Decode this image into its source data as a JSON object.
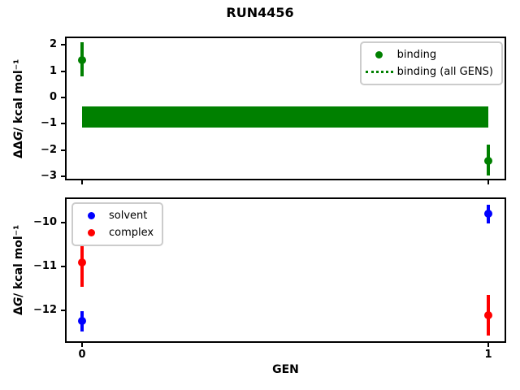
{
  "figure": {
    "title": "RUN4456",
    "background": "#ffffff"
  },
  "chart_data": [
    {
      "type": "scatter",
      "title": "",
      "ylabel": {
        "prefix": "ΔΔ",
        "var": "G",
        "unit": " / kcal mol⁻¹"
      },
      "xlabel": "",
      "xlim": [
        -0.042,
        1.044
      ],
      "ylim": [
        -3.14,
        2.31
      ],
      "grid": false,
      "yticks": [
        {
          "value": 2,
          "label": "2"
        },
        {
          "value": 1,
          "label": "1"
        },
        {
          "value": 0,
          "label": "0"
        },
        {
          "value": -1,
          "label": "−1"
        },
        {
          "value": -2,
          "label": "−2"
        },
        {
          "value": -3,
          "label": "−3"
        }
      ],
      "xticks": [
        {
          "value": 0,
          "label": ""
        },
        {
          "value": 1,
          "label": ""
        }
      ],
      "series": [
        {
          "name": "binding",
          "color": "#008000",
          "marker": "circle",
          "points": [
            {
              "x": 0,
              "y": 1.43,
              "err_lo": 0.8,
              "err_hi": 2.08
            },
            {
              "x": 1,
              "y": -2.4,
              "err_lo": -2.95,
              "err_hi": -1.8
            }
          ]
        }
      ],
      "band": {
        "name": "binding (all GENS)",
        "color": "#008000",
        "x_range": [
          0,
          1
        ],
        "y_range": [
          -1.14,
          -0.34
        ]
      },
      "legend": {
        "position": "upper-right",
        "entries": [
          {
            "label": "binding",
            "marker": "dot",
            "color": "#008000"
          },
          {
            "label": "binding (all GENS)",
            "marker": "dotted-line",
            "color": "#008000"
          }
        ]
      }
    },
    {
      "type": "scatter",
      "title": "",
      "ylabel": {
        "prefix": "Δ",
        "var": "G",
        "unit": " / kcal mol⁻¹"
      },
      "xlabel": "GEN",
      "xlim": [
        -0.042,
        1.044
      ],
      "ylim": [
        -12.74,
        -9.43
      ],
      "grid": false,
      "yticks": [
        {
          "value": -10,
          "label": "−10"
        },
        {
          "value": -11,
          "label": "−11"
        },
        {
          "value": -12,
          "label": "−12"
        }
      ],
      "xticks": [
        {
          "value": 0,
          "label": "0"
        },
        {
          "value": 1,
          "label": "1"
        }
      ],
      "series": [
        {
          "name": "solvent",
          "color": "#0000ff",
          "marker": "circle",
          "points": [
            {
              "x": 0,
              "y": -12.24,
              "err_lo": -12.48,
              "err_hi": -12.02
            },
            {
              "x": 1,
              "y": -9.8,
              "err_lo": -10.02,
              "err_hi": -9.59
            }
          ]
        },
        {
          "name": "complex",
          "color": "#ff0000",
          "marker": "circle",
          "points": [
            {
              "x": 0,
              "y": -10.91,
              "err_lo": -11.46,
              "err_hi": -10.44
            },
            {
              "x": 1,
              "y": -12.11,
              "err_lo": -12.57,
              "err_hi": -11.65
            }
          ]
        }
      ],
      "legend": {
        "position": "upper-left",
        "entries": [
          {
            "label": "solvent",
            "marker": "dot",
            "color": "#0000ff"
          },
          {
            "label": "complex",
            "marker": "dot",
            "color": "#ff0000"
          }
        ]
      }
    }
  ]
}
